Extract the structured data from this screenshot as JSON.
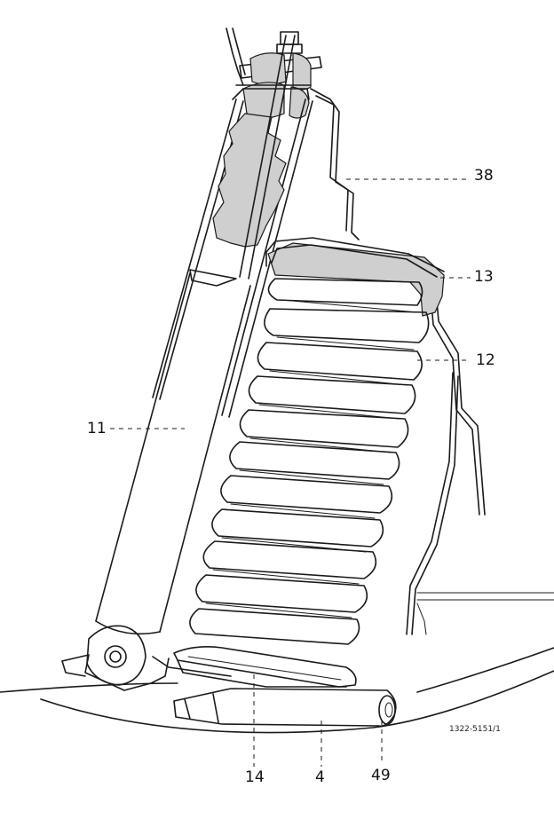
{
  "callouts": {
    "c38": "38",
    "c13": "13",
    "c12": "12",
    "c11": "11",
    "c14": "14",
    "c4": "4",
    "c49": "49"
  },
  "drawing_code": "1322-5151/1"
}
